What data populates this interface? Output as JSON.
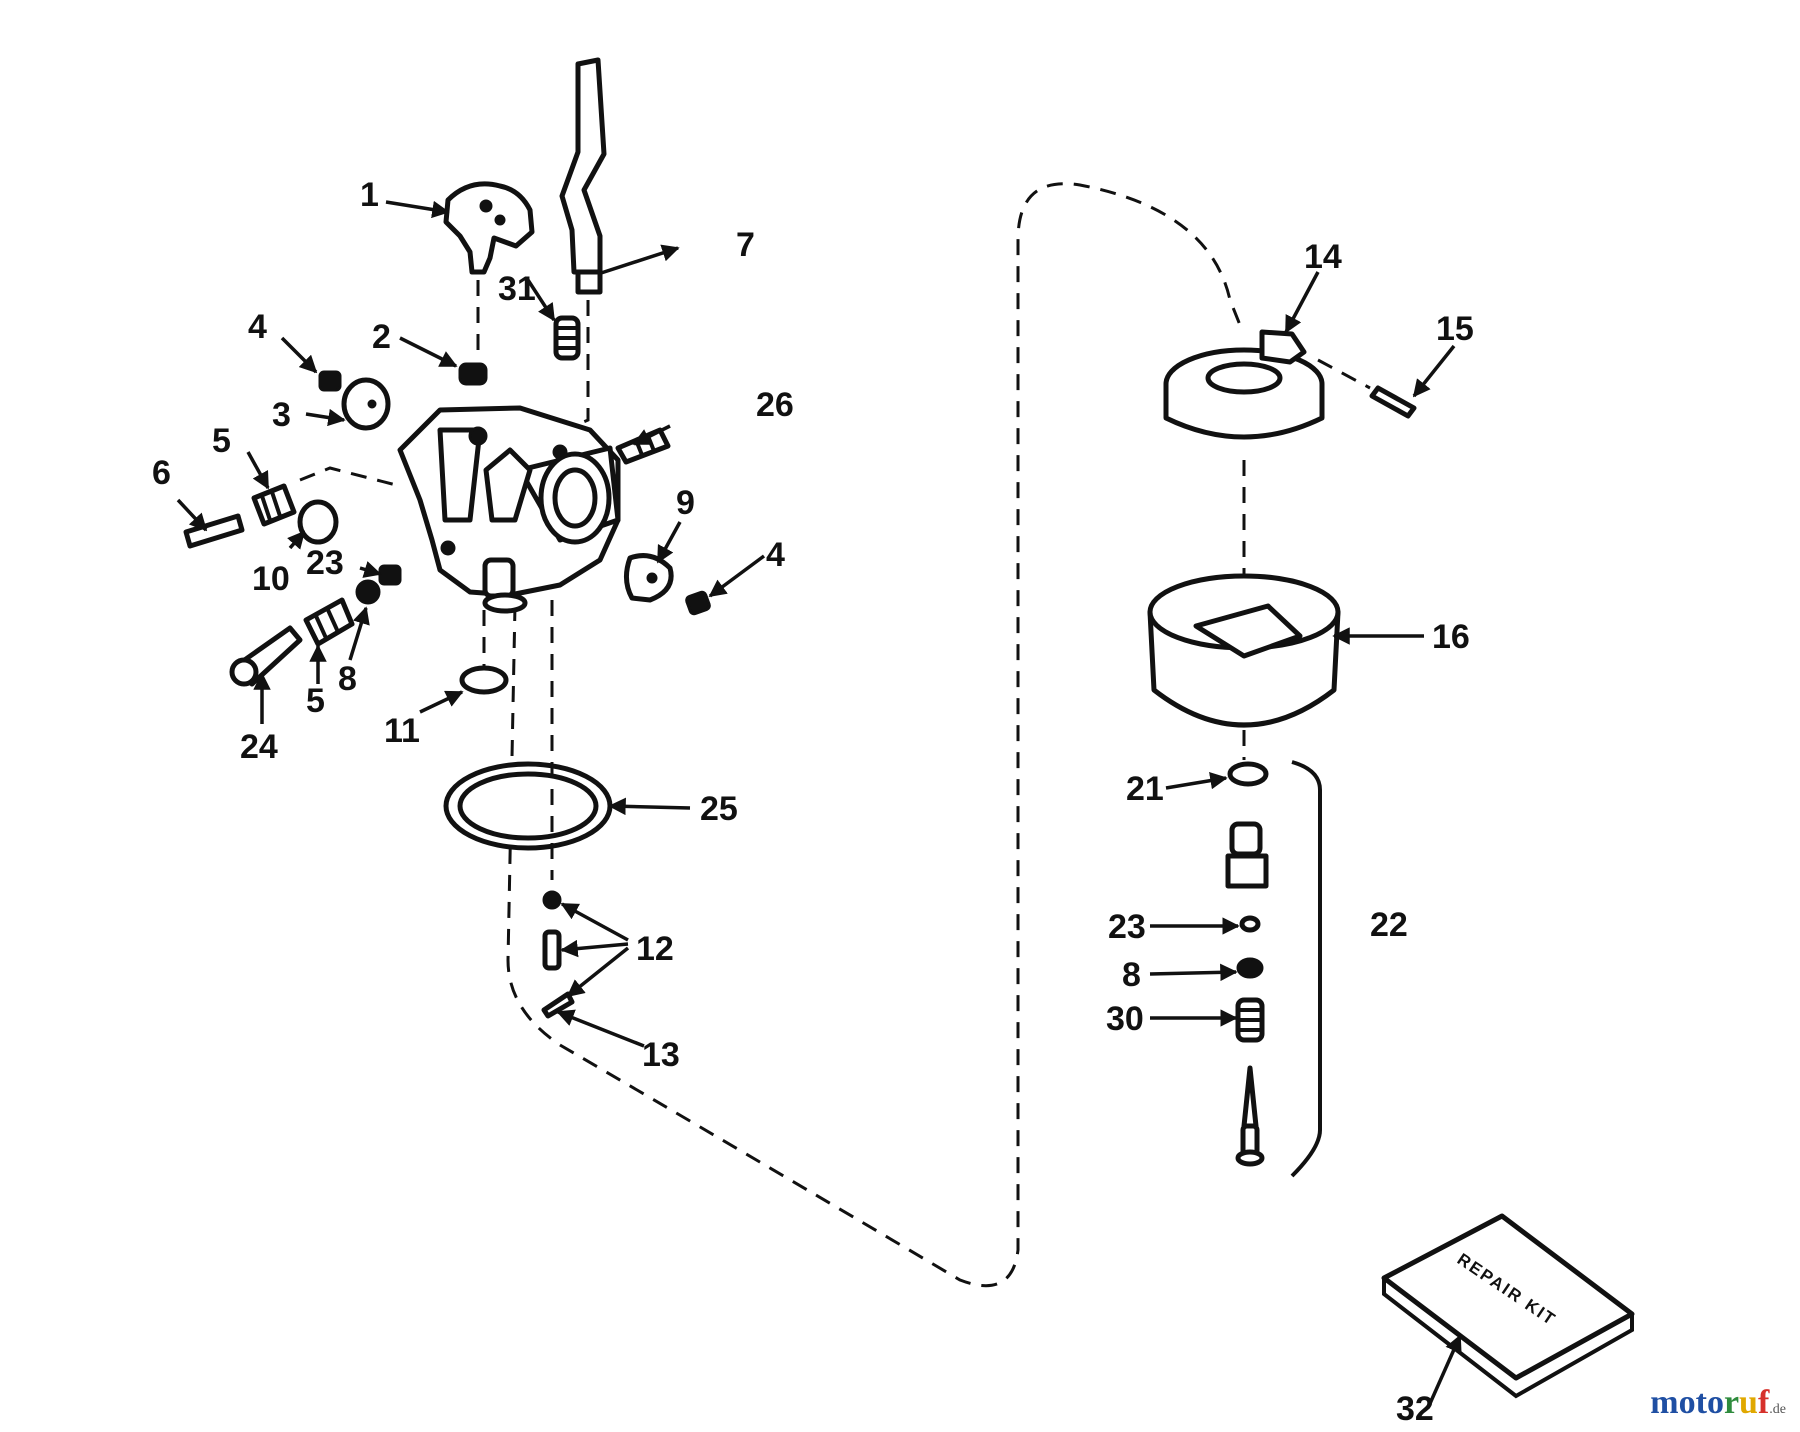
{
  "diagram": {
    "callouts": [
      {
        "id": "c1",
        "label": "1"
      },
      {
        "id": "c2",
        "label": "2"
      },
      {
        "id": "c3",
        "label": "3"
      },
      {
        "id": "c4a",
        "label": "4"
      },
      {
        "id": "c4b",
        "label": "4"
      },
      {
        "id": "c5a",
        "label": "5"
      },
      {
        "id": "c5b",
        "label": "5"
      },
      {
        "id": "c6",
        "label": "6"
      },
      {
        "id": "c7",
        "label": "7"
      },
      {
        "id": "c8a",
        "label": "8"
      },
      {
        "id": "c8b",
        "label": "8"
      },
      {
        "id": "c9",
        "label": "9"
      },
      {
        "id": "c10",
        "label": "10"
      },
      {
        "id": "c11",
        "label": "11"
      },
      {
        "id": "c12",
        "label": "12"
      },
      {
        "id": "c13",
        "label": "13"
      },
      {
        "id": "c14",
        "label": "14"
      },
      {
        "id": "c15",
        "label": "15"
      },
      {
        "id": "c16",
        "label": "16"
      },
      {
        "id": "c21",
        "label": "21"
      },
      {
        "id": "c22",
        "label": "22"
      },
      {
        "id": "c23a",
        "label": "23"
      },
      {
        "id": "c23b",
        "label": "23"
      },
      {
        "id": "c24",
        "label": "24"
      },
      {
        "id": "c25",
        "label": "25"
      },
      {
        "id": "c26",
        "label": "26"
      },
      {
        "id": "c30",
        "label": "30"
      },
      {
        "id": "c31",
        "label": "31"
      },
      {
        "id": "c32",
        "label": "32"
      }
    ],
    "repair_kit_text": "REPAIR KIT"
  },
  "watermark": {
    "brand_letters": [
      "m",
      "o",
      "t",
      "o",
      "r",
      "u",
      "f"
    ],
    "brand_colors": [
      "#1f4fa3",
      "#1f4fa3",
      "#1f4fa3",
      "#1f4fa3",
      "#2e8b3d",
      "#e0a800",
      "#d6312b"
    ],
    "suffix": ".de"
  }
}
